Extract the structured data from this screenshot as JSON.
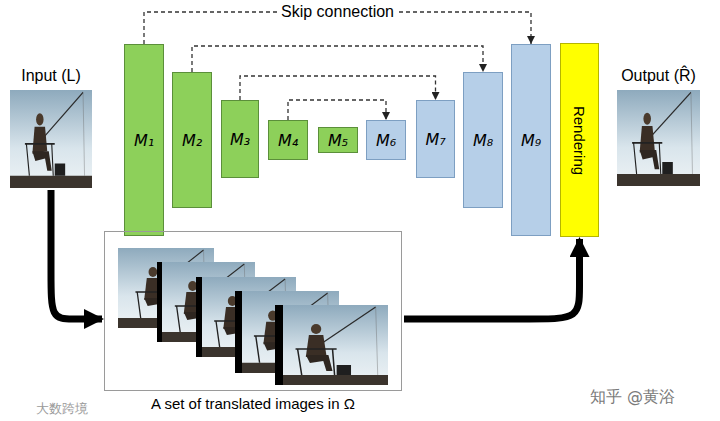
{
  "diagram": {
    "nodes": [
      {
        "text": [
          "Input (L)"
        ]
      },
      {
        "text": [
          "M₁"
        ]
      },
      {
        "text": [
          "M₂"
        ]
      },
      {
        "text": [
          "M₃"
        ]
      },
      {
        "text": [
          "M₄"
        ]
      },
      {
        "text": [
          "M₅"
        ]
      },
      {
        "text": [
          "M₆"
        ]
      },
      {
        "text": [
          "M₇"
        ]
      },
      {
        "text": [
          "M₈"
        ]
      },
      {
        "text": [
          "M₉"
        ]
      },
      {
        "text": [
          "Rendering"
        ]
      },
      {
        "text": [
          "Output (R̂)"
        ]
      },
      {
        "text": [
          "A set of translated images in Ω"
        ]
      }
    ],
    "edges": [
      {
        "from": 1,
        "to": 9,
        "arrow": "to",
        "label": "Skip connection"
      },
      {
        "from": 2,
        "to": 8,
        "arrow": "to"
      },
      {
        "from": 3,
        "to": 7,
        "arrow": "to"
      },
      {
        "from": 4,
        "to": 6,
        "arrow": "to"
      },
      {
        "from": 0,
        "to": 12,
        "arrow": "to"
      },
      {
        "from": 12,
        "to": 10,
        "arrow": "to"
      }
    ],
    "labels": [
      "大数跨境",
      "知乎 @黄浴"
    ]
  }
}
